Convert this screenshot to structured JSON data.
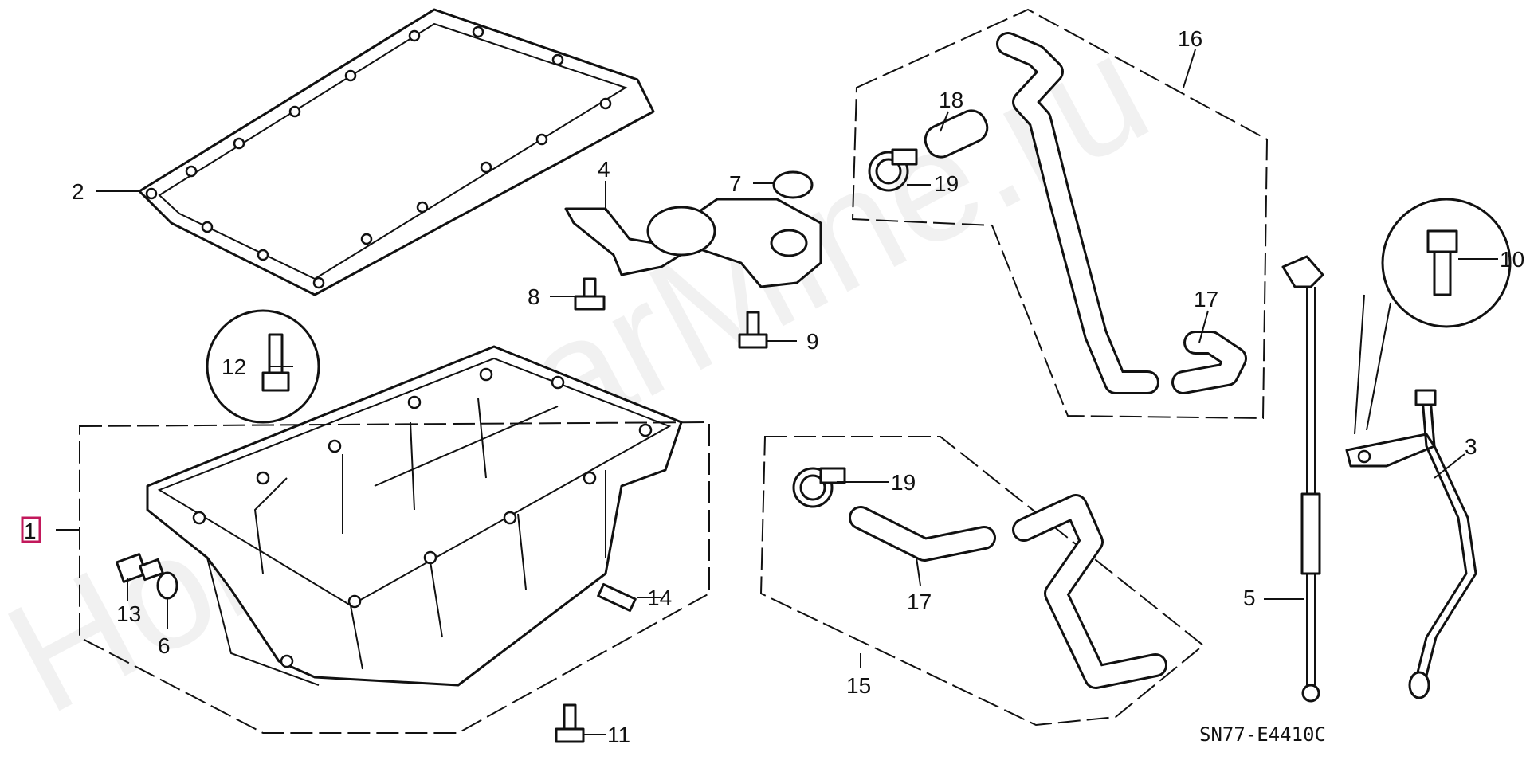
{
  "watermark": "HondaCarMine.ru",
  "diagram_code": "SN77-E4410C",
  "callouts": [
    "1",
    "2",
    "3",
    "4",
    "5",
    "6",
    "7",
    "8",
    "9",
    "10",
    "11",
    "12",
    "13",
    "14",
    "15",
    "16",
    "17",
    "17",
    "18",
    "19",
    "19"
  ],
  "colors": {
    "highlight_box": "#c2185b",
    "line": "#111111",
    "watermark": "#d8d8d8"
  }
}
